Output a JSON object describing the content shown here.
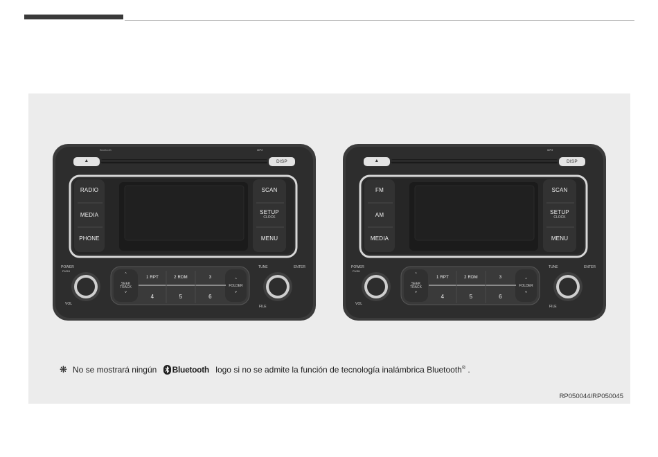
{
  "left_unit": {
    "top_label_left": "Bluetooth",
    "top_label_right": "MP3",
    "eject": "▲",
    "disp": "DISP",
    "mode_buttons": [
      "RADIO",
      "MEDIA",
      "PHONE"
    ],
    "scan": "SCAN",
    "setup": "SETUP",
    "clock": "CLOCK",
    "menu": "MENU",
    "power": "POWER",
    "push": "PUSH",
    "vol": "VOL",
    "tune": "TUNE",
    "enter": "ENTER",
    "file": "FILE",
    "seek": "SEEK",
    "track": "TRACK",
    "folder": "FOLDER",
    "presets_top": [
      "1 RPT",
      "2 RDM",
      "3"
    ],
    "presets_bottom": [
      "4",
      "5",
      "6"
    ]
  },
  "right_unit": {
    "top_label_right": "MP3",
    "eject": "▲",
    "disp": "DISP",
    "mode_buttons": [
      "FM",
      "AM",
      "MEDIA"
    ],
    "scan": "SCAN",
    "setup": "SETUP",
    "clock": "CLOCK",
    "menu": "MENU",
    "power": "POWER",
    "push": "PUSH",
    "vol": "VOL",
    "tune": "TUNE",
    "enter": "ENTER",
    "file": "FILE",
    "seek": "SEEK",
    "track": "TRACK",
    "folder": "FOLDER",
    "presets_top": [
      "1 RPT",
      "2 RDM",
      "3"
    ],
    "presets_bottom": [
      "4",
      "5",
      "6"
    ]
  },
  "note": {
    "mark": "❋",
    "before": "No se mostrará ningún",
    "logo": "Bluetooth",
    "after": "logo si no se admite la función de tecnología inalámbrica Bluetooth",
    "reg": "®",
    "end": " ."
  },
  "code": "RP050044/RP050045"
}
